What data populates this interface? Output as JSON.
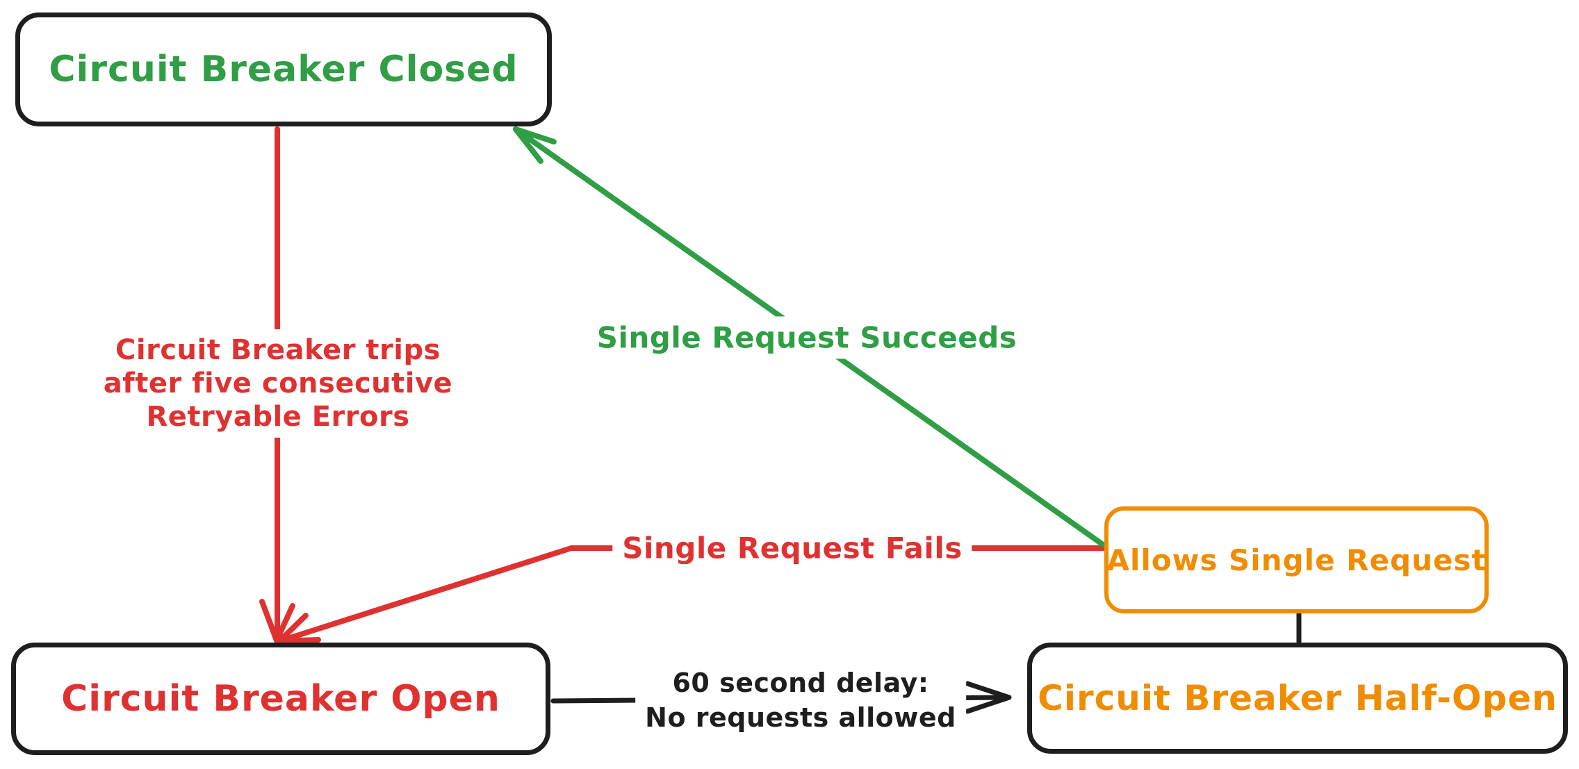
{
  "diagram": {
    "kind": "state-diagram",
    "subject": "Circuit Breaker"
  },
  "nodes": {
    "closed": {
      "label": "Circuit Breaker Closed"
    },
    "open": {
      "label": "Circuit Breaker Open"
    },
    "half_open": {
      "label": "Circuit Breaker Half-Open"
    },
    "allows": {
      "label": "Allows Single Request"
    }
  },
  "edges": {
    "trip": {
      "from": "closed",
      "to": "open",
      "label_line1": "Circuit Breaker trips",
      "label_line2": "after five consecutive",
      "label_line3": "Retryable Errors"
    },
    "succeed": {
      "from": "allows",
      "to": "closed",
      "label": "Single Request Succeeds"
    },
    "fail": {
      "from": "allows",
      "to": "open",
      "label": "Single Request Fails"
    },
    "delay": {
      "from": "open",
      "to": "half_open",
      "label_line1": "60 second delay:",
      "label_line2": "No requests allowed"
    },
    "half_open_allows_connector": {
      "from": "allows",
      "to": "half_open",
      "label": ""
    }
  },
  "colors": {
    "green": "#2f9e44",
    "red": "#e03131",
    "orange": "#f08c00",
    "ink": "#1e1e1e",
    "background": "#ffffff"
  }
}
